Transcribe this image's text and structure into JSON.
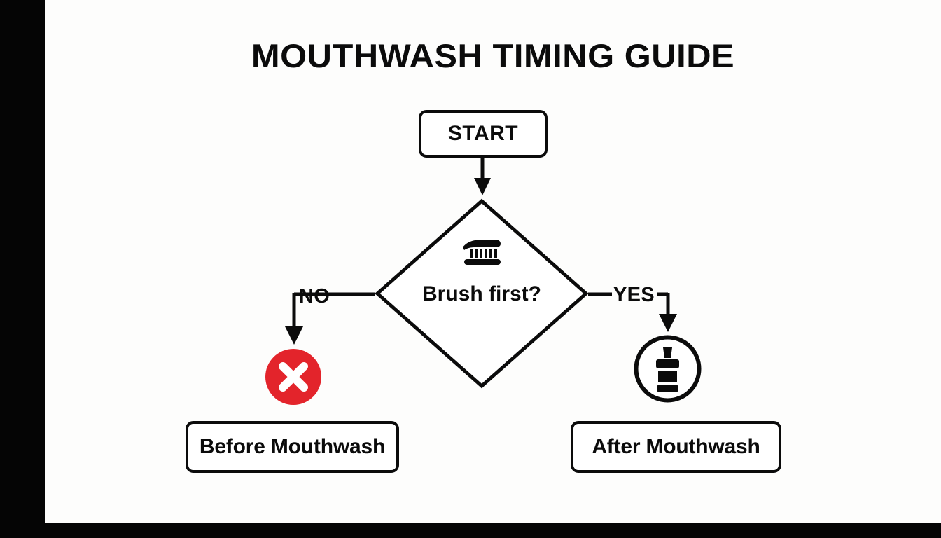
{
  "slide": {
    "title": "MOUTHWASH TIMING GUIDE",
    "background_color": "#fdfdfc",
    "letterbox_color": "#050505",
    "ink_color": "#0b0b0b",
    "accent_red": "#e3242b"
  },
  "flowchart": {
    "start": {
      "label": "START",
      "shape": "rounded-rectangle"
    },
    "decision": {
      "label": "Brush first?",
      "shape": "diamond",
      "icon": "toothbrush-icon"
    },
    "branches": [
      {
        "label": "NO",
        "icon": "red-x-circle-icon",
        "result": "Before Mouthwash"
      },
      {
        "label": "YES",
        "icon": "mouthwash-bottle-circle-icon",
        "result": "After Mouthwash"
      }
    ],
    "outcomes": {
      "no_outcome": "Before Mouthwash",
      "yes_outcome": "After Mouthwash"
    }
  }
}
